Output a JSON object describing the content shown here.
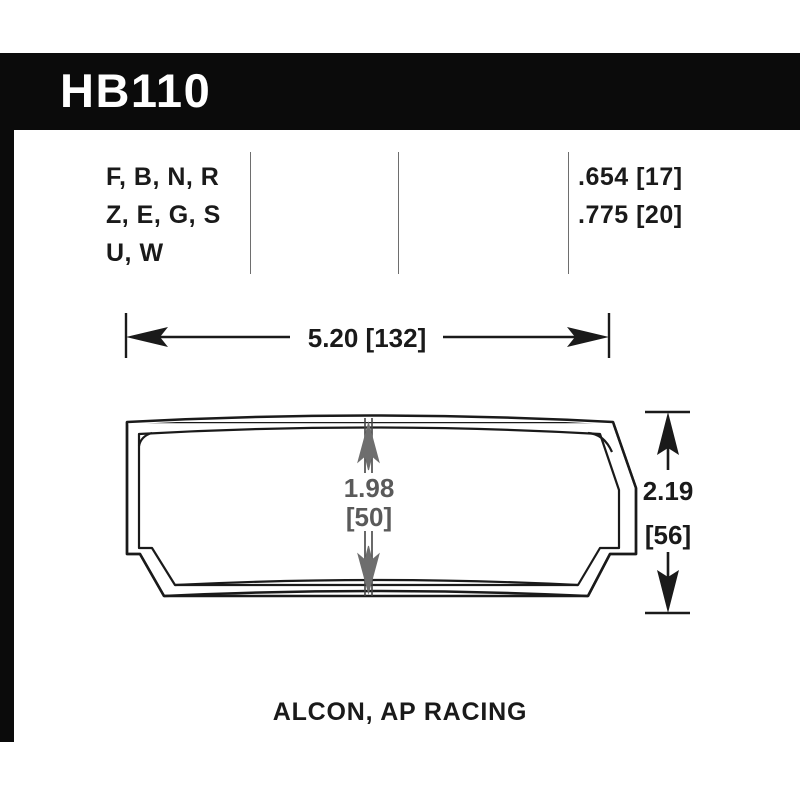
{
  "header": {
    "part_number": "HB110"
  },
  "spec_table": {
    "compound_codes_label": "F, B, N, R\nZ, E, G, S\nU, W",
    "compound_codes": [
      "F, B, N, R",
      "Z, E, G, S",
      "U, W"
    ],
    "thickness_label": ".654 [17]\n.775 [20]",
    "thickness_values": [
      {
        "inches": ".654",
        "mm": "[17]"
      },
      {
        "inches": ".775",
        "mm": "[20]"
      }
    ]
  },
  "dimensions": {
    "width": {
      "inches": "5.20",
      "mm": "[132]",
      "label": "5.20 [132]"
    },
    "center_height": {
      "inches": "1.98",
      "mm": "[50]",
      "line1": "1.98",
      "line2": "[50]"
    },
    "overall_height": {
      "inches": "2.19",
      "mm": "[56]",
      "line1": "2.19",
      "line2": "[56]"
    }
  },
  "footer": {
    "manufacturers": "ALCON, AP RACING"
  },
  "colors": {
    "frame": "#0b0b0b",
    "text": "#1a1a1a",
    "gray_dimension": "#5a5a5a",
    "divider": "#6e6e6e",
    "background": "#ffffff"
  }
}
